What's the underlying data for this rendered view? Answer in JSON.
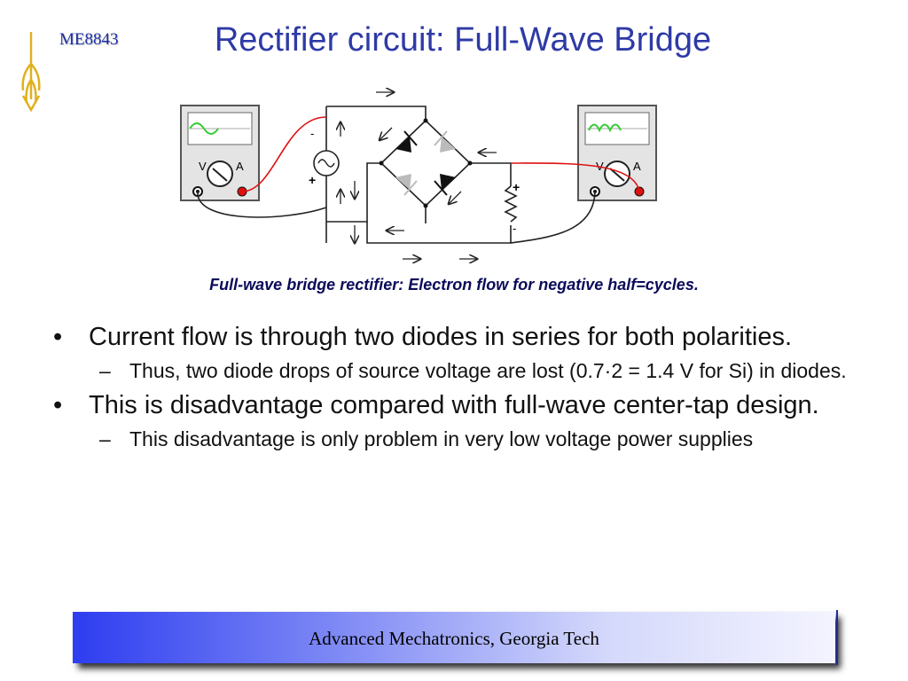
{
  "header": {
    "course_code": "ME8843",
    "title": "Rectifier circuit: Full-Wave Bridge"
  },
  "diagram": {
    "caption": "Full-wave bridge rectifier: Electron flow for negative half=cycles.",
    "meter_left": {
      "v_label": "V",
      "a_label": "A"
    },
    "meter_right": {
      "v_label": "V",
      "a_label": "A"
    },
    "source_polarity": {
      "top": "-",
      "bottom": "+"
    },
    "load_polarity": {
      "top": "+",
      "bottom": "-"
    },
    "colors": {
      "probe_red": "#e01010",
      "trace_green": "#33cc33",
      "diode_dark": "#111111",
      "diode_light": "#bbbbbb"
    }
  },
  "bullets": [
    {
      "text": "Current flow is through two diodes in series for both polarities.",
      "sub": [
        "Thus, two diode drops of source voltage are lost (0.7·2 = 1.4 V for Si) in diodes."
      ]
    },
    {
      "text": "This is disadvantage compared with full-wave center-tap design.",
      "sub": [
        "This disadvantage is only problem in very low voltage power supplies"
      ]
    }
  ],
  "bullet_marker": "•",
  "sub_marker": "–",
  "footer": {
    "text": "Advanced Mechatronics, Georgia Tech"
  }
}
